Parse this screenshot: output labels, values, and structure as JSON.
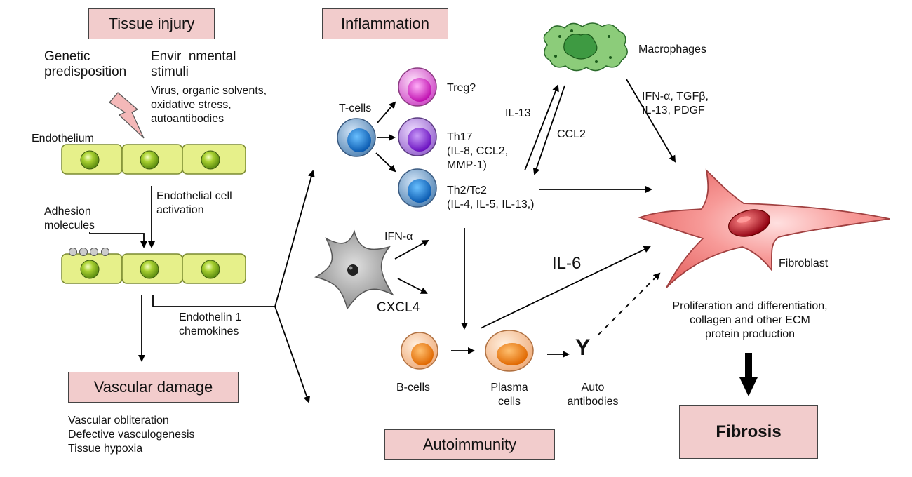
{
  "headers": {
    "tissue_injury": "Tissue injury",
    "inflammation": "Inflammation",
    "vascular_damage": "Vascular damage",
    "autoimmunity": "Autoimmunity",
    "fibrosis": "Fibrosis"
  },
  "labels": {
    "genetic": "Genetic\npredisposition",
    "environmental": "Envir  nmental\nstimuli",
    "env_list": "Virus, organic solvents,\noxidative stress,\nautoantibodies",
    "endothelium": "Endothelium",
    "endothelial_activation": "Endothelial cell\nactivation",
    "adhesion": "Adhesion\nmolecules",
    "endothelin": "Endothelin 1\nchemokines",
    "vascular_list": "Vascular obliteration\nDefective vasculogenesis\nTissue hypoxia",
    "tcells": "T-cells",
    "treg": "Treg?",
    "th17": "Th17\n(IL-8, CCL2,\nMMP-1)",
    "th2": "Th2/Tc2\n(IL-4, IL-5, IL-13,)",
    "ifn_alpha": "IFN-α",
    "cxcl4": "CXCL4",
    "il13": "IL-13",
    "ccl2": "CCL2",
    "macrophages": "Macrophages",
    "mac_factors": "IFN-α, TGFβ,\nIL-13, PDGF",
    "il6": "IL-6",
    "fibroblast": "Fibroblast",
    "prolif": "Proliferation and differentiation,\ncollagen and other ECM\nprotein production",
    "bcells": "B-cells",
    "plasma": "Plasma\ncells",
    "auto_ab": "Auto\nantibodies",
    "y_symbol": "Y"
  },
  "colors": {
    "header_fill": "#f2cccc",
    "endothelial_cell": "#e6f08a",
    "nucleus": "#8ab51e",
    "treg": "#e060d8",
    "th17": "#a05ad8",
    "tcell": "#3a8ad0",
    "bcell": "#f08a20",
    "dendritic": "#999999",
    "macrophage": "#7dc46a",
    "fibroblast": "#f07a78"
  }
}
